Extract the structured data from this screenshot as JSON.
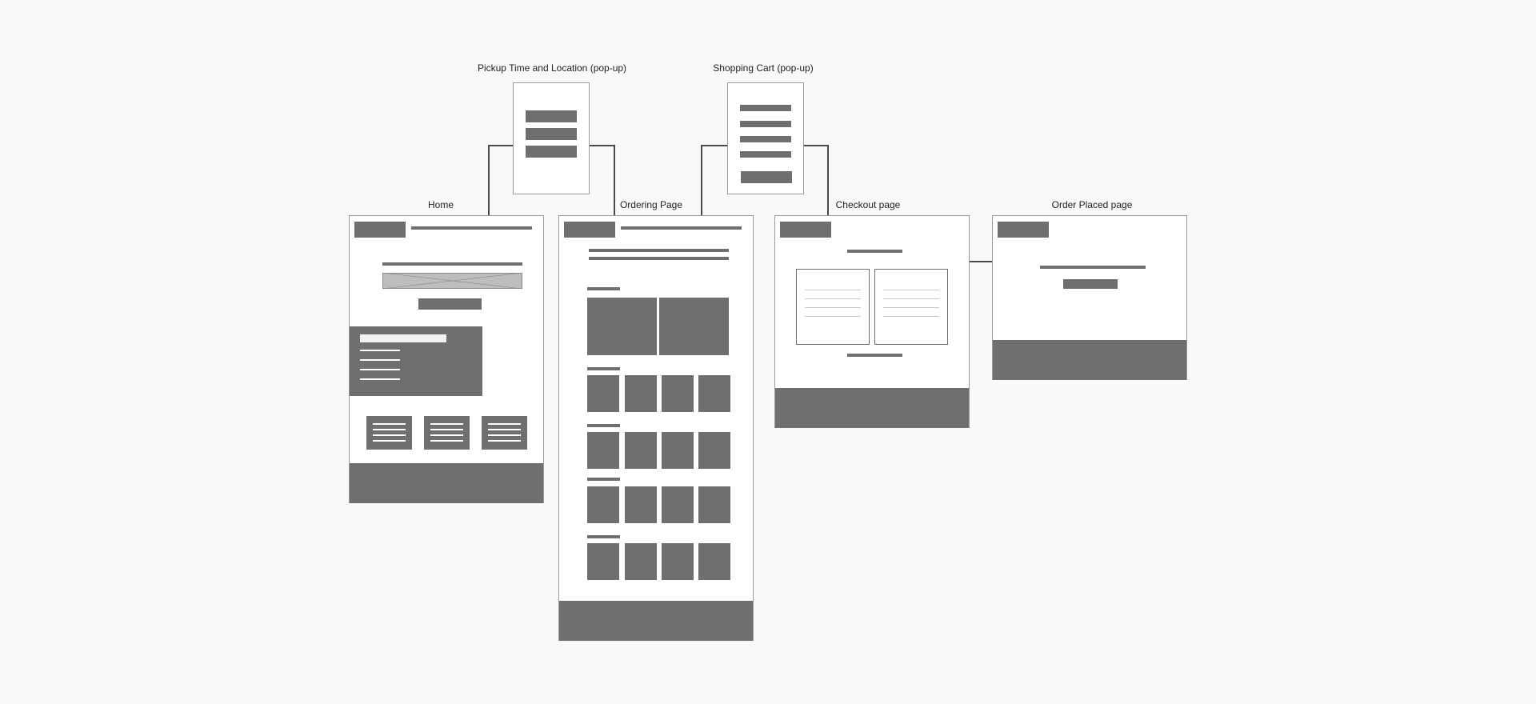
{
  "labels": {
    "pickup_popup": "Pickup Time and Location (pop-up)",
    "cart_popup": "Shopping Cart  (pop-up)",
    "home": "Home",
    "ordering": "Ordering Page",
    "checkout": "Checkout page",
    "order_placed": "Order Placed page"
  },
  "colors": {
    "background": "#f9f9f9",
    "frame": "#ffffff",
    "frame_border": "#9a9a9a",
    "block": "#6f6f71",
    "connector": "#4a4a4a"
  }
}
